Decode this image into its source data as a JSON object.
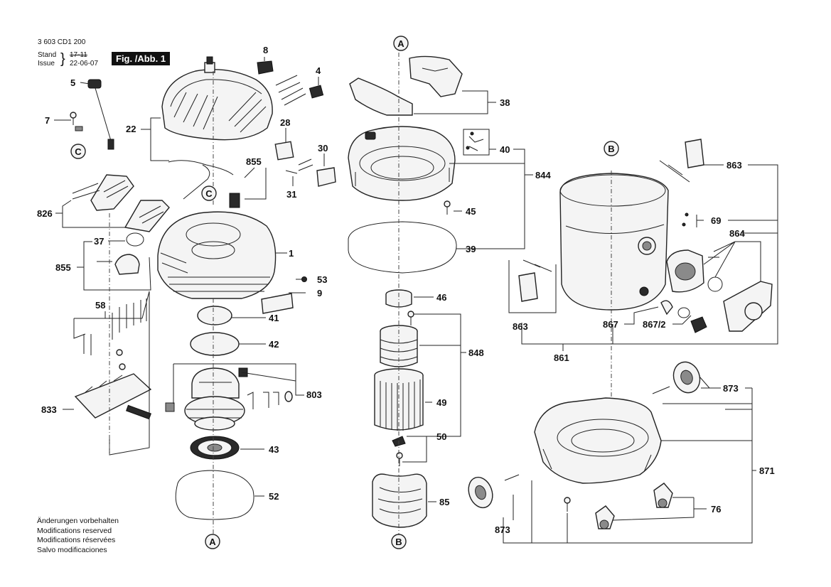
{
  "header": {
    "doc_number": "3 603 CD1 200",
    "stand_label": "Stand",
    "issue_label": "Issue",
    "stand_value": "17-11",
    "issue_value": "22-06-07",
    "figure_label": "Fig. /Abb. 1"
  },
  "footer": [
    "Änderungen vorbehalten",
    "Modifications reserved",
    "Modifications réservées",
    "Salvo modificaciones"
  ],
  "callouts": {
    "c8": "8",
    "c4": "4",
    "c5": "5",
    "c7": "7",
    "c22": "22",
    "c28": "28",
    "c30": "30",
    "c855a": "855",
    "c31": "31",
    "c826": "826",
    "c37": "37",
    "c855b": "855",
    "c1": "1",
    "c53": "53",
    "c9": "9",
    "c58": "58",
    "c41": "41",
    "c42": "42",
    "c803": "803",
    "c833": "833",
    "c43": "43",
    "c52": "52",
    "c38": "38",
    "c40": "40",
    "c844": "844",
    "c45": "45",
    "c39": "39",
    "c46": "46",
    "c848": "848",
    "c49": "49",
    "c50": "50",
    "c85": "85",
    "c863a": "863",
    "c69": "69",
    "c864": "864",
    "c863b": "863",
    "c867": "867",
    "c8672": "867/2",
    "c861": "861",
    "c873a": "873",
    "c871": "871",
    "c76": "76",
    "c873b": "873"
  },
  "markers": {
    "C_top": "C",
    "C_left": "C",
    "A_top": "A",
    "A_bottom": "A",
    "B_tank": "B",
    "B_bottom": "B"
  }
}
